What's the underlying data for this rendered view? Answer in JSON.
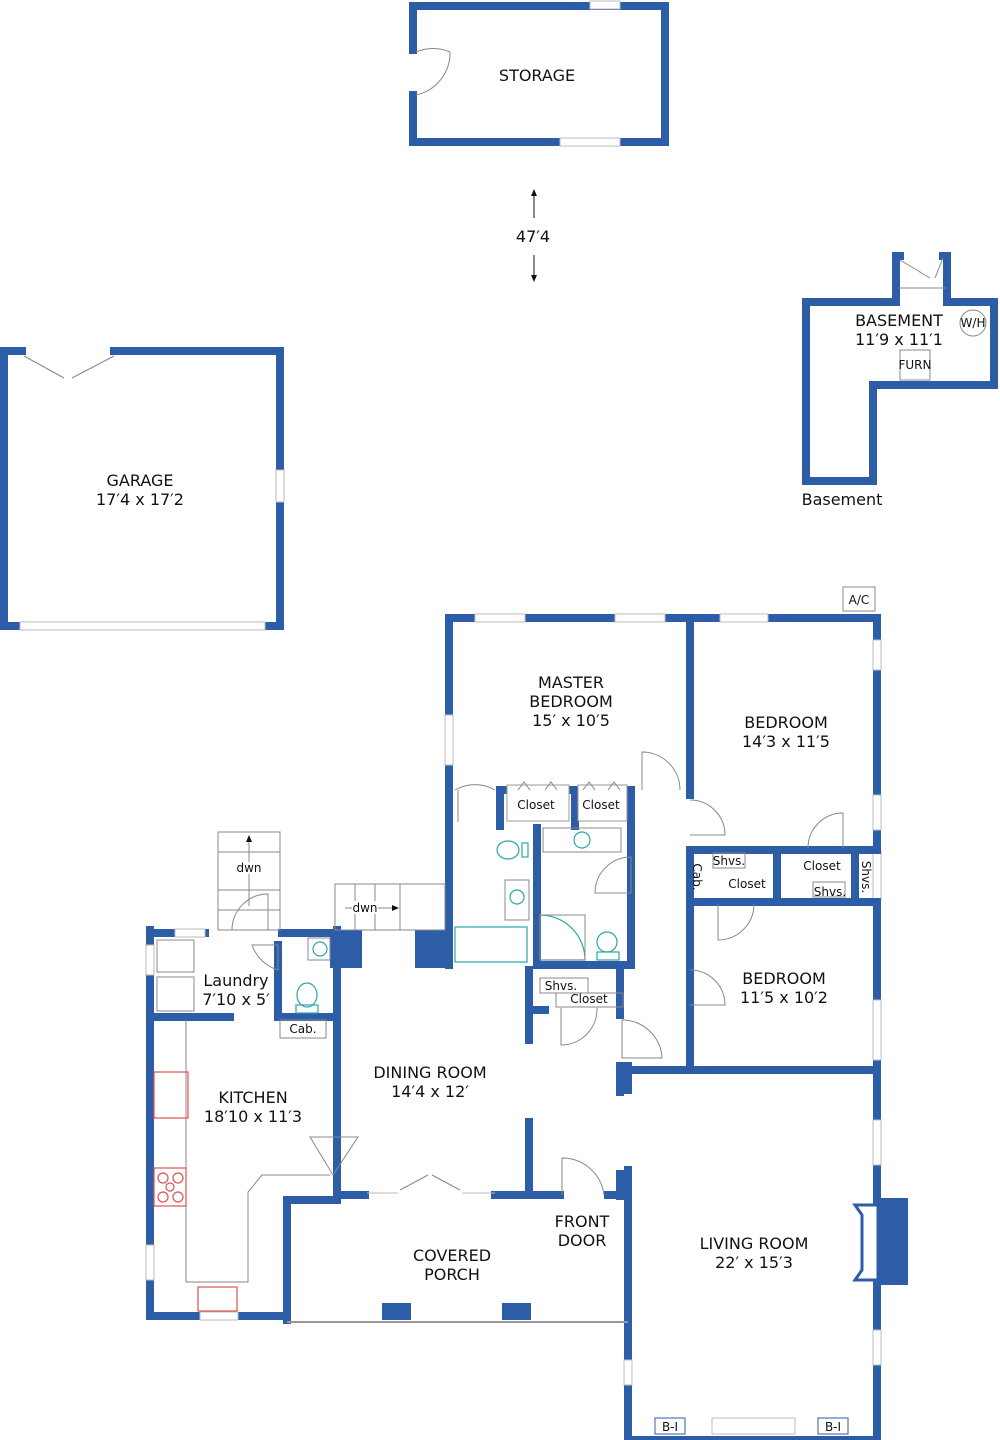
{
  "storage": {
    "label": "STORAGE",
    "distance": "47′4"
  },
  "basement": {
    "title": "BASEMENT",
    "dims": "11′9 x 11′1",
    "water_heater": "W/H",
    "furnace": "FURN",
    "caption": "Basement"
  },
  "garage": {
    "title": "GARAGE",
    "dims": "17′4 x 17′2"
  },
  "ac": "A/C",
  "rooms": {
    "master": {
      "l1": "MASTER",
      "l2": "BEDROOM",
      "dims": "15′ x 10′5",
      "closet1": "Closet",
      "closet2": "Closet"
    },
    "bedroom1": {
      "title": "BEDROOM",
      "dims": "14′3 x 11′5"
    },
    "hall": {
      "shvs1": "Shvs.",
      "closet1": "Closet",
      "closet2": "Closet",
      "shvs2": "Shvs.",
      "shvs3": "Shvs.",
      "cab": "Cab."
    },
    "bedroom2": {
      "title": "BEDROOM",
      "dims": "11′5 x 10′2"
    },
    "bathcloset": {
      "shvs": "Shvs.",
      "closet": "Closet"
    },
    "laundry": {
      "title": "Laundry",
      "dims": "7′10 x 5′",
      "cab": "Cab."
    },
    "kitchen": {
      "title": "KITCHEN",
      "dims": "18′10 x 11′3"
    },
    "dining": {
      "title": "DINING ROOM",
      "dims": "14′4 x 12′"
    },
    "front_door": {
      "l1": "FRONT",
      "l2": "DOOR"
    },
    "porch": {
      "l1": "COVERED",
      "l2": "PORCH"
    },
    "living": {
      "title": "LIVING ROOM",
      "dims": "22′ x 15′3",
      "bi1": "B-I",
      "bi2": "B-I"
    },
    "stairs": {
      "down1": "dwn",
      "down2": "dwn"
    }
  }
}
